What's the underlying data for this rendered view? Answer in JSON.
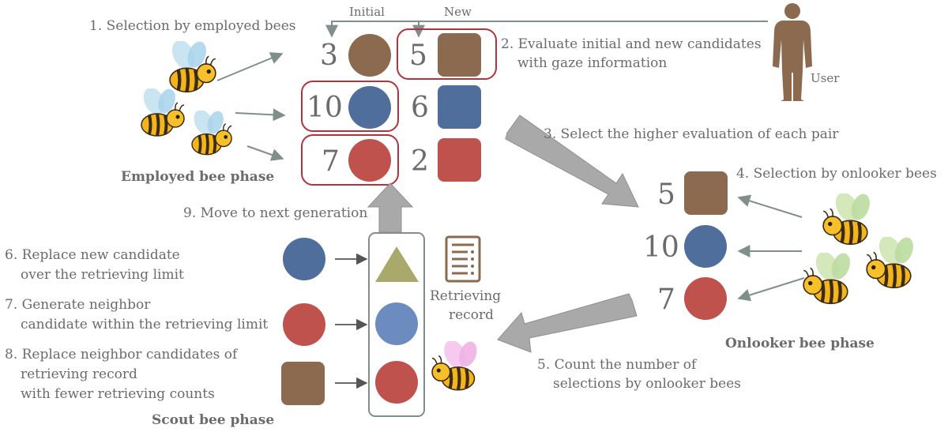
{
  "colors": {
    "brown": "#8b6a50",
    "blue": "#4f6e9b",
    "red": "#c0524e",
    "olive": "#a9a96c",
    "light_blue": "#6c8cc0",
    "highlight": "#b5323a",
    "arrow": "#7f8f8c",
    "big_arrow": "#a9a9a9",
    "text": "#6b6b6b"
  },
  "headers": {
    "initial": "Initial",
    "new": "New"
  },
  "steps": {
    "s1": "1.  Selection by employed bees",
    "s2_l1": "2. Evaluate initial and new candidates",
    "s2_l2": "with gaze information",
    "s3": "3. Select the higher evaluation of each pair",
    "s4": "4. Selection by onlooker bees",
    "s5_l1": "5. Count the number of",
    "s5_l2": "selections by onlooker bees",
    "s6_l1": "6. Replace new candidate",
    "s6_l2": "over the retrieving limit",
    "s7_l1": "7. Generate neighbor",
    "s7_l2": "candidate within the retrieving limit",
    "s8_l1": "8. Replace neighbor candidates of",
    "s8_l2": "retrieving record",
    "s8_l3": "with fewer retrieving counts",
    "s9": "9. Move to next generation"
  },
  "user_label": "User",
  "retrieving_record": {
    "l1": "Retrieving",
    "l2": "record"
  },
  "phases": {
    "employed": "Employed bee phase",
    "onlooker": "Onlooker bee phase",
    "scout": "Scout bee phase"
  },
  "pairs": [
    {
      "initial": "3",
      "new": "5"
    },
    {
      "initial": "10",
      "new": "6"
    },
    {
      "initial": "7",
      "new": "2"
    }
  ],
  "onlooker_values": [
    "5",
    "10",
    "7"
  ],
  "icons": {
    "bee": "bee-icon",
    "user": "person-silhouette-icon",
    "record": "clipboard-list-icon"
  }
}
